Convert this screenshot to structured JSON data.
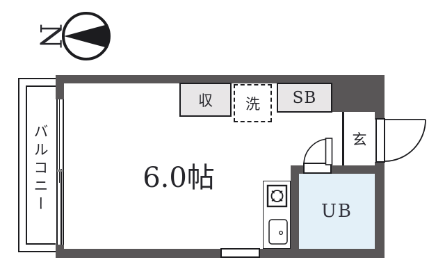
{
  "plan": {
    "title_hint": "apartment floor plan",
    "room": {
      "label": "6.0帖"
    },
    "balcony": {
      "label": "バルコニー"
    },
    "storage": {
      "label": "収"
    },
    "washer": {
      "label": "洗"
    },
    "shoe_box": {
      "label": "SB"
    },
    "entrance": {
      "label": "玄"
    },
    "unit_bath": {
      "label": "UB"
    },
    "compass": {
      "label": "N"
    }
  },
  "colors": {
    "wall": "#595657",
    "fixture_fill": "#e8e6e7",
    "bath_fill": "#e3f0f8",
    "line": "#1c1c1f",
    "text": "#26262b"
  }
}
